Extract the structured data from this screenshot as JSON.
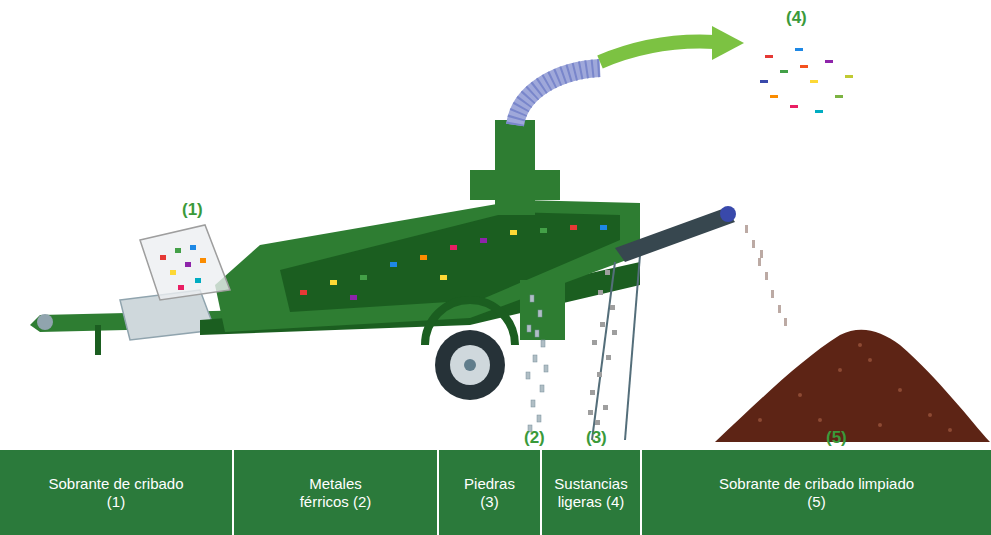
{
  "diagram": {
    "labels": [
      "(4)",
      "(1)",
      "(2)",
      "(3)",
      "(5)",
      "Sobrante de cribado (1)",
      "Metales férricos (2)",
      "Piedras (3)",
      "Sustancias ligeras (4)",
      "Sobrante de cribado limpiado (5)"
    ]
  }
}
